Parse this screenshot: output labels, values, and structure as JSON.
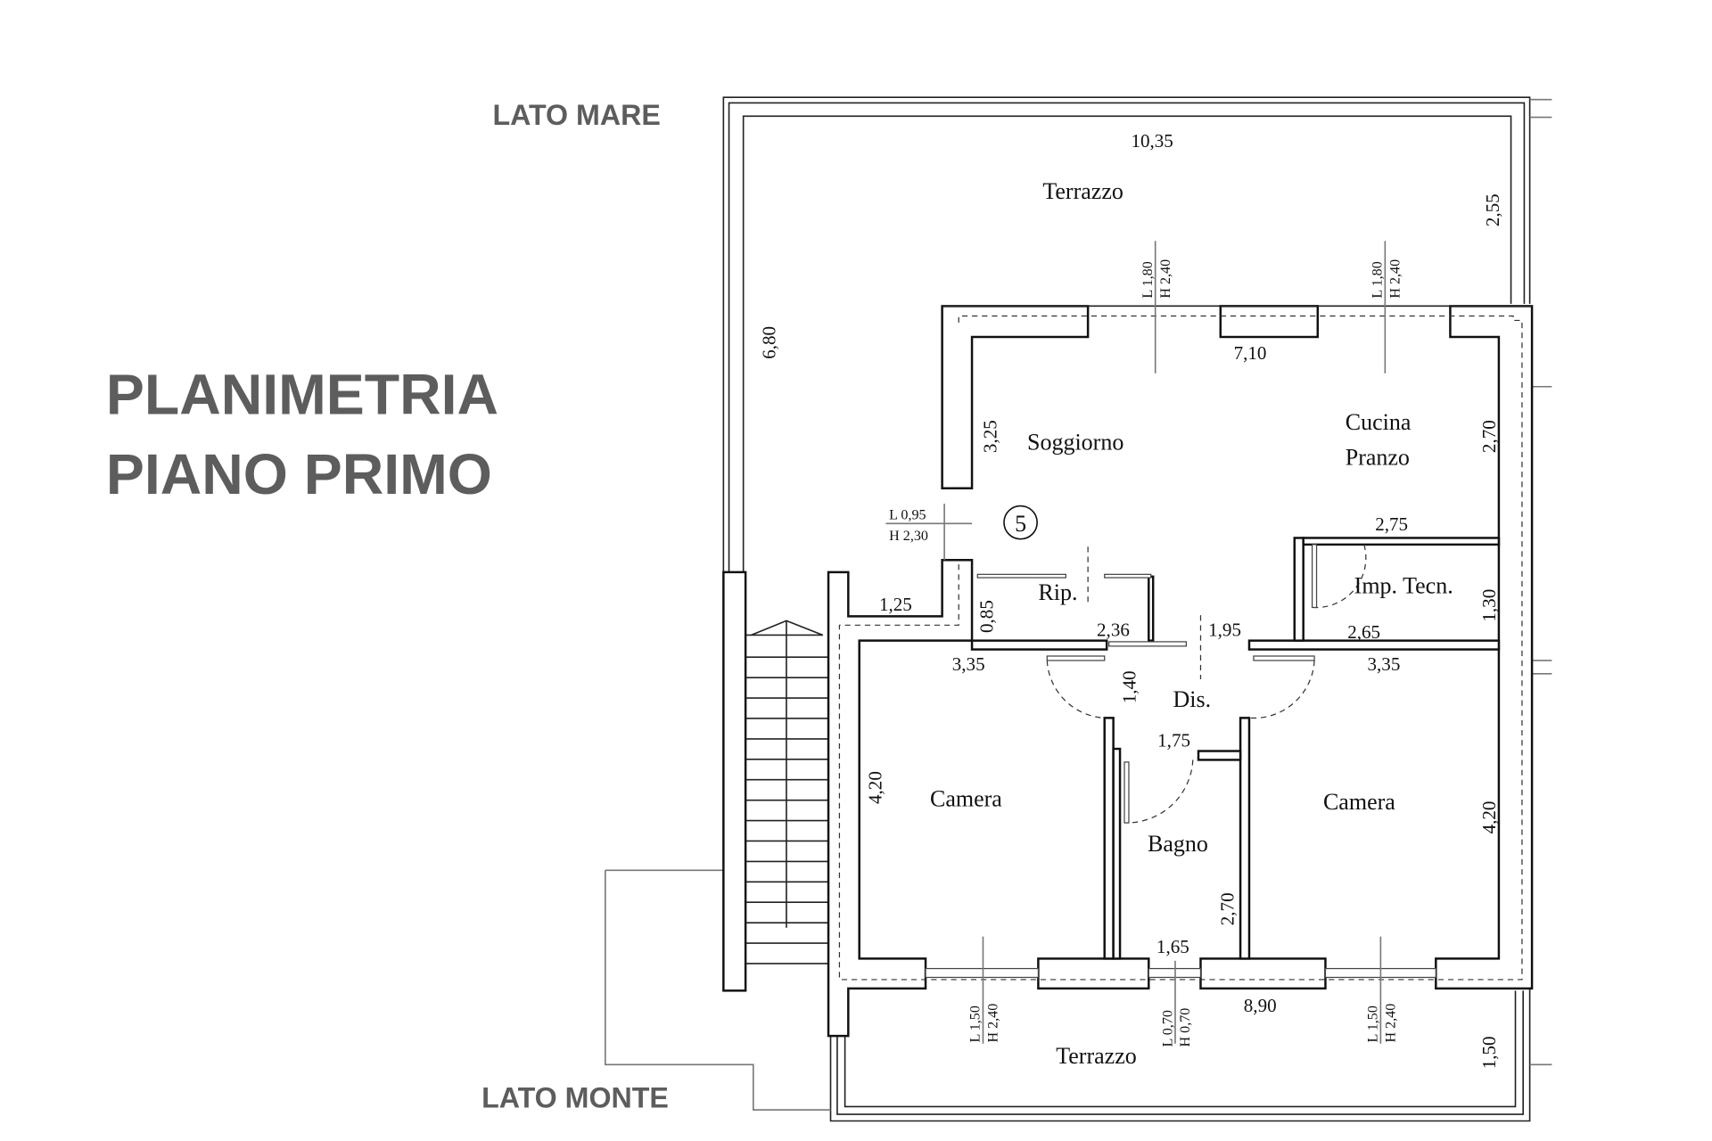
{
  "title": {
    "line1": "PLANIMETRIA",
    "line2": "PIANO PRIMO"
  },
  "orientation": {
    "top": "LATO MARE",
    "bottom": "LATO MONTE"
  },
  "rooms": {
    "terrazzo_top": "Terrazzo",
    "soggiorno": "Soggiorno",
    "cucina1": "Cucina",
    "cucina2": "Pranzo",
    "rip": "Rip.",
    "imp": "Imp. Tecn.",
    "dis": "Dis.",
    "camera_l": "Camera",
    "bagno": "Bagno",
    "camera_r": "Camera",
    "terrazzo_bottom": "Terrazzo"
  },
  "dimensions": {
    "d1035": "10,35",
    "d255": "2,55",
    "d680": "6,80",
    "d710": "7,10",
    "d325": "3,25",
    "d270a": "2,70",
    "d275": "2,75",
    "d130": "1,30",
    "d265": "2,65",
    "d195": "1,95",
    "d236": "2,36",
    "d085": "0,85",
    "d125": "1,25",
    "d335l": "3,35",
    "d335r": "3,35",
    "d140": "1,40",
    "d175": "1,75",
    "d420l": "4,20",
    "d420r": "4,20",
    "d270b": "2,70",
    "d165": "1,65",
    "d890": "8,90",
    "d150": "1,50"
  },
  "openings": {
    "w1": {
      "l": "L 1,80",
      "h": "H 2,40"
    },
    "w2": {
      "l": "L 1,80",
      "h": "H 2,40"
    },
    "entry": {
      "l": "L 0,95",
      "h": "H 2,30"
    },
    "w3": {
      "l": "L 1,50",
      "h": "H 2,40"
    },
    "w4": {
      "l": "L 0,70",
      "h": "H 0,70"
    },
    "w5": {
      "l": "L 1,50",
      "h": "H 2,40"
    }
  },
  "marker": "5"
}
